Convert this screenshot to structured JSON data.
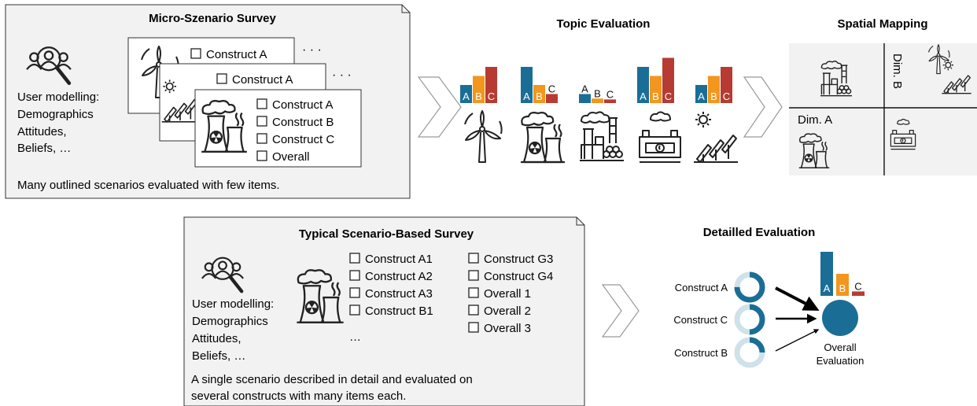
{
  "colors": {
    "a": "#1a6e96",
    "b": "#f2961e",
    "c": "#b73b32",
    "panel": "#f2f2f2",
    "ring_track": "#cfe2ea"
  },
  "micro": {
    "title": "Micro-Szenario Survey",
    "user_text": [
      "User modelling:",
      "Demographics",
      "Attitudes,",
      "Beliefs, …"
    ],
    "card1_items": [
      "Construct A"
    ],
    "card2_items": [
      "Construct A"
    ],
    "card3_items": [
      "Construct A",
      "Construct B",
      "Construct C",
      "Overall"
    ],
    "ellipsis": "· · ·",
    "caption": "Many outlined scenarios evaluated with few items."
  },
  "topic": {
    "title": "Topic Evaluation",
    "bar_labels": [
      "A",
      "B",
      "C"
    ],
    "groups": [
      {
        "icon": "wind-turbine-icon",
        "values": [
          2,
          3,
          4
        ]
      },
      {
        "icon": "nuclear-plant-icon",
        "values": [
          4,
          2,
          1
        ]
      },
      {
        "icon": "coal-plant-icon",
        "values": [
          1,
          0.5,
          0.4
        ]
      },
      {
        "icon": "gas-plant-icon",
        "values": [
          4,
          3,
          5
        ]
      },
      {
        "icon": "solar-panel-icon",
        "values": [
          2,
          3,
          4
        ]
      }
    ]
  },
  "spatial": {
    "title": "Spatial Mapping",
    "dim_a": "Dim. A",
    "dim_b": "Dim. B"
  },
  "typical": {
    "title": "Typical Scenario-Based Survey",
    "user_text": [
      "User modelling:",
      "Demographics",
      "Attitudes,",
      "Beliefs, …"
    ],
    "col1": [
      "Construct A1",
      "Construct A2",
      "Construct A3",
      "Construct B1"
    ],
    "col1_more": "…",
    "col2": [
      "Construct G3",
      "Construct G4",
      "Overall 1",
      "Overall 2",
      "Overall 3"
    ],
    "caption_lines": [
      "A single scenario described in detail and evaluated on",
      "several constructs with many items each."
    ]
  },
  "detailed": {
    "title": "Detailled Evaluation",
    "constructs": [
      {
        "label": "Construct A",
        "fill": 0.75,
        "weight": "heavy"
      },
      {
        "label": "Construct C",
        "fill": 0.5,
        "weight": "medium"
      },
      {
        "label": "Construct B",
        "fill": 0.25,
        "weight": "light"
      }
    ],
    "overall_label": [
      "Overall",
      "Evaluation"
    ],
    "bar_labels": [
      "A",
      "B",
      "C"
    ],
    "bar_values": [
      4,
      2,
      0.4
    ]
  }
}
